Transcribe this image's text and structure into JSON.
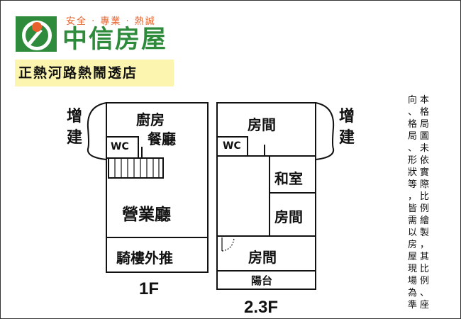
{
  "logo": {
    "slogan": "安全 · 專業 · 熱誠",
    "name": "中信房屋",
    "icon": "logo-emblem"
  },
  "store": {
    "name": "正熱河路熱鬧透店"
  },
  "colors": {
    "brand_green": "#2e8b3c",
    "brand_orange": "#e8612c",
    "banner_yellow": "#fbf5b0"
  },
  "floor_1f": {
    "label": "1F",
    "addition_left": "增建",
    "rooms": {
      "kitchen": "廚房",
      "dining": "餐廳",
      "wc": "WC",
      "business_hall": "營業廳",
      "arcade": "騎樓外推"
    }
  },
  "floor_23f": {
    "label": "2.3F",
    "addition_right": "增建",
    "rooms": {
      "room_top": "房間",
      "wc": "WC",
      "japanese_room": "和室",
      "room_mid": "房間",
      "room_bottom": "房間",
      "balcony": "陽台"
    }
  },
  "disclaimer": {
    "col1": "本格局圖未依實際比例繪製，其比例、座",
    "col2": "向、格局、形狀等，皆需以房屋現場為準"
  }
}
